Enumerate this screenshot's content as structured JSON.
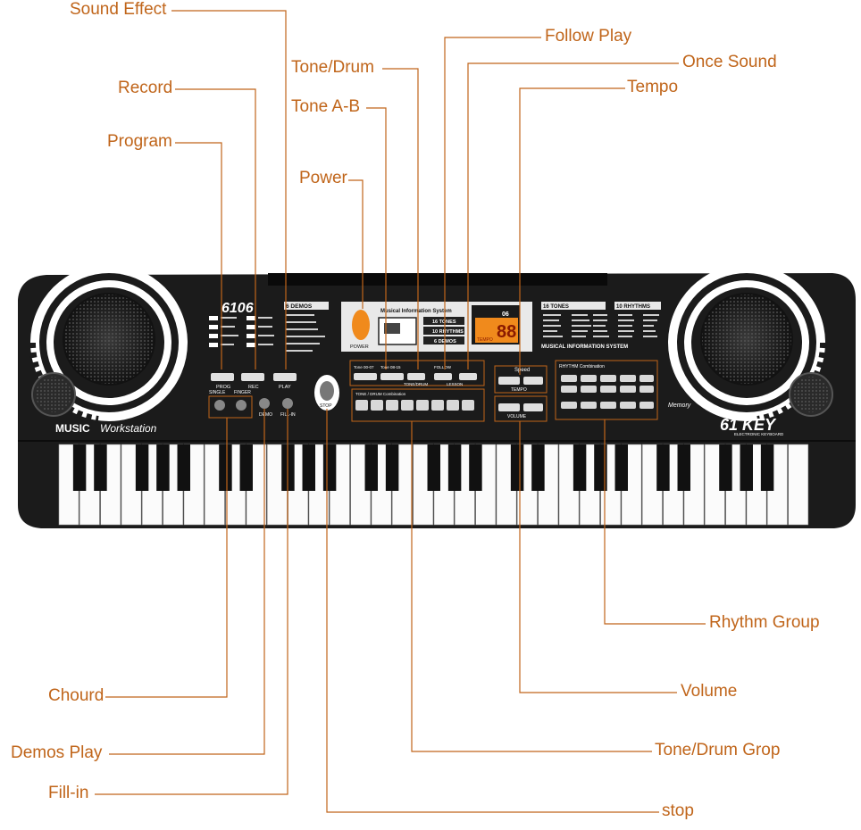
{
  "callouts": {
    "sound_effect": "Sound Effect",
    "record": "Record",
    "program": "Program",
    "tone_drum": "Tone/Drum",
    "tone_ab": "Tone A-B",
    "power": "Power",
    "follow_play": "Follow Play",
    "once_sound": "Once Sound",
    "tempo": "Tempo",
    "rhythm_group": "Rhythm Group",
    "volume": "Volume",
    "tone_drum_group": "Tone/Drum Grop",
    "stop": "stop",
    "chord": "Chourd",
    "demos_play": "Demos Play",
    "fill_in": "Fill-in"
  },
  "keyboard": {
    "model": "6106",
    "brand_line1": "MUSIC",
    "brand_line2": "Workstation",
    "key_count": "61 KEY",
    "key_sub": "ELECTRONIC KEYBOARD",
    "demos_header": "6 DEMOS",
    "tones_header": "16 TONES",
    "rhythms_header": "10 RHYTHMS",
    "display_title": "Musical Information System",
    "display_tones": "16 TONES",
    "display_rhythms": "10 RHYTHMS",
    "display_demos": "6 DEMOS",
    "display_digits": "88",
    "display_small": "06",
    "display_tempo": "TEMPO",
    "info_system": "MUSICAL INFORMATION SYSTEM",
    "memory": "Memory",
    "power_label": "POWER",
    "stop_label": "STOP",
    "prog": "PROG",
    "rec": "REC",
    "play": "PLAY",
    "single": "SINGLE",
    "finger": "FINGER",
    "demo": "DEMO",
    "fill_in": "FILL-IN",
    "follow": "FOLLOW",
    "lesson": "LESSON",
    "tone_drum": "TONE/DRUM",
    "tone_a": "Tone 00-07",
    "tone_b": "Tone 08-15",
    "speed": "Speed",
    "tempo": "TEMPO",
    "volume": "VOLUME",
    "rhythm_combination": "RHYTHM Combination",
    "tone_drum_combination": "TONE / DRUM Combination"
  },
  "colors": {
    "callout_text": "#c0651a",
    "leader_line": "#c0651a",
    "body": "#1b1b1b",
    "display_orange": "#f08a1c"
  }
}
